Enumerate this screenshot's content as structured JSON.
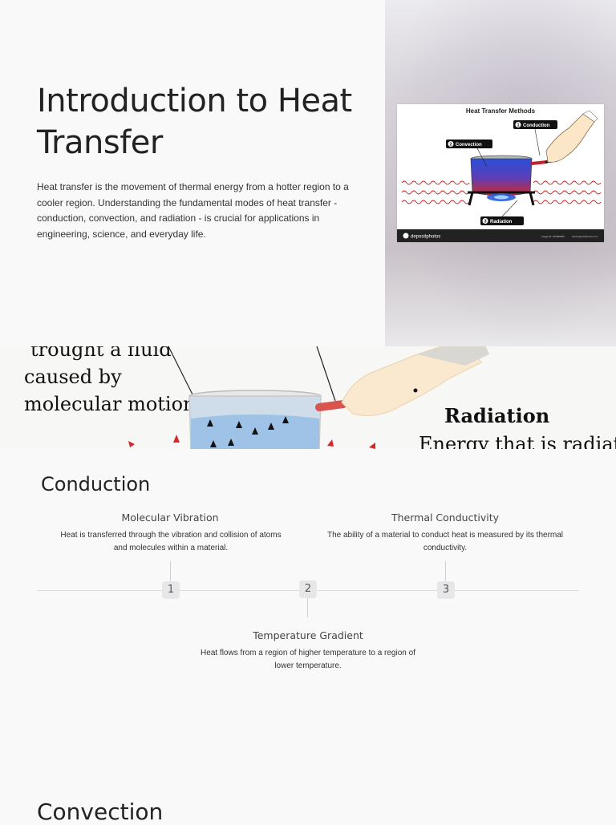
{
  "hero": {
    "title": "Introduction to Heat Transfer",
    "intro": " Heat transfer is the movement of thermal energy from a hotter region to a cooler region. Understanding the fundamental modes of heat transfer - conduction, convection, and radiation - is crucial for applications in engineering, science, and everyday life."
  },
  "diagram": {
    "title": "Heat Transfer Methods",
    "labels": [
      "Conduction",
      "Convection",
      "Radiation"
    ],
    "numbers": [
      "1",
      "2",
      "3"
    ],
    "brand": "depositphotos",
    "image_id": "Image ID: 222980826",
    "site": "www.depositphotos.com"
  },
  "banner": {
    "left_lines": [
      "trought a fluid",
      "caused by",
      "molecular motion"
    ],
    "right_title": "Radiation",
    "right_line": "Energy that is radiated"
  },
  "conduction": {
    "title": "Conduction",
    "items": [
      {
        "number": "1",
        "heading": "Molecular Vibration",
        "text": "Heat is transferred through the vibration and collision of atoms and molecules within a material."
      },
      {
        "number": "2",
        "heading": "Temperature Gradient",
        "text": "Heat flows from a region of higher temperature to a region of lower temperature."
      },
      {
        "number": "3",
        "heading": "Thermal Conductivity",
        "text": "The ability of a material to conduct heat is measured by its thermal conductivity."
      }
    ]
  },
  "convection": {
    "title": "Convection"
  },
  "colors": {
    "background": "#f9f9f9",
    "node": "#e7e7ea",
    "flame_blue": "#2a5bd7",
    "hot_red": "#d6242b"
  }
}
